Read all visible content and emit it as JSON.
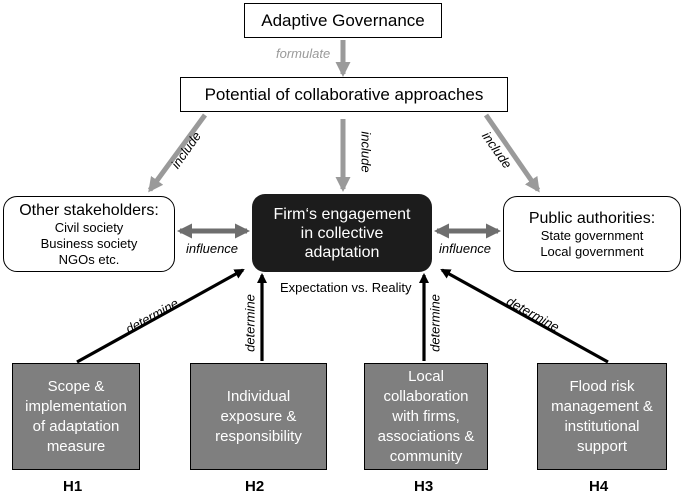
{
  "top": {
    "governance": "Adaptive Governance",
    "potential": "Potential of collaborative approaches"
  },
  "arrows": {
    "formulate": "formulate",
    "include": "include",
    "influence": "influence",
    "determine": "determine"
  },
  "left_box": {
    "title": "Other stakeholders:",
    "items": [
      "Civil society",
      "Business society",
      "NGOs etc."
    ]
  },
  "right_box": {
    "title": "Public authorities:",
    "items": [
      "State government",
      "Local government"
    ]
  },
  "center_box": {
    "lines": [
      "Firm‘s engagement",
      "in collective",
      "adaptation"
    ]
  },
  "expectation": "Expectation vs. Reality",
  "hypotheses": [
    {
      "id": "H1",
      "lines": [
        "Scope &",
        "implementation",
        "of adaptation",
        "measure"
      ]
    },
    {
      "id": "H2",
      "lines": [
        "Individual",
        "exposure &",
        "responsibility"
      ]
    },
    {
      "id": "H3",
      "lines": [
        "Local",
        "collaboration",
        "with firms,",
        "associations &",
        "community"
      ]
    },
    {
      "id": "H4",
      "lines": [
        "Flood risk",
        "management &",
        "institutional",
        "support"
      ]
    }
  ],
  "colors": {
    "gray_arrow": "#9a9a9a",
    "dark_arrow": "#6e6e6e",
    "center_fill": "#1c1c1c",
    "hyp_fill": "#7f7f7f"
  }
}
